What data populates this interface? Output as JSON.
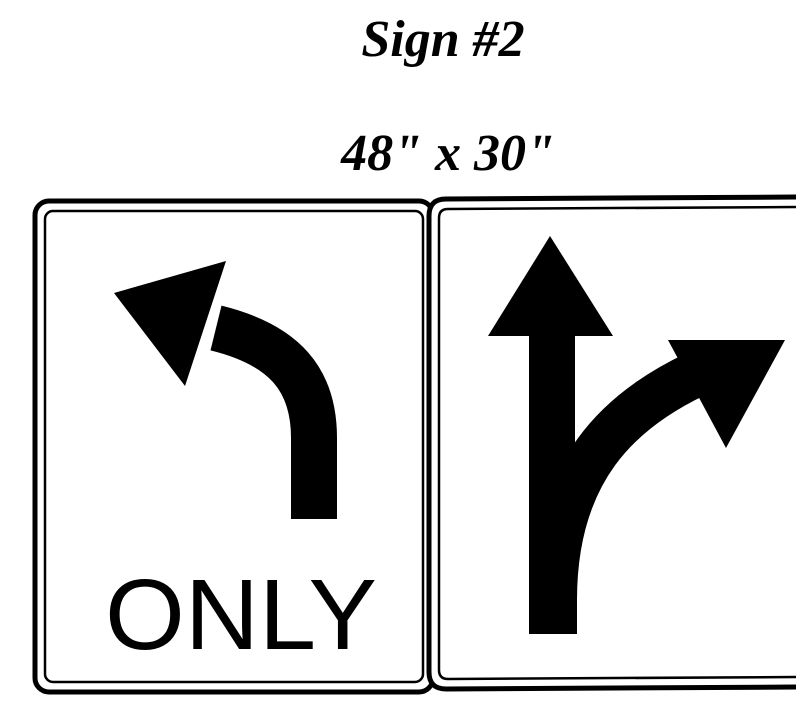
{
  "title": "Sign #2",
  "dimensions": "48\" x 30\"",
  "left_panel": {
    "legend": "ONLY",
    "arrow": "left-turn-arrow-icon"
  },
  "right_panel": {
    "arrow": "through-and-right-arrow-icon"
  },
  "colors": {
    "background": "#ffffff",
    "legend": "#000000",
    "border": "#000000"
  }
}
